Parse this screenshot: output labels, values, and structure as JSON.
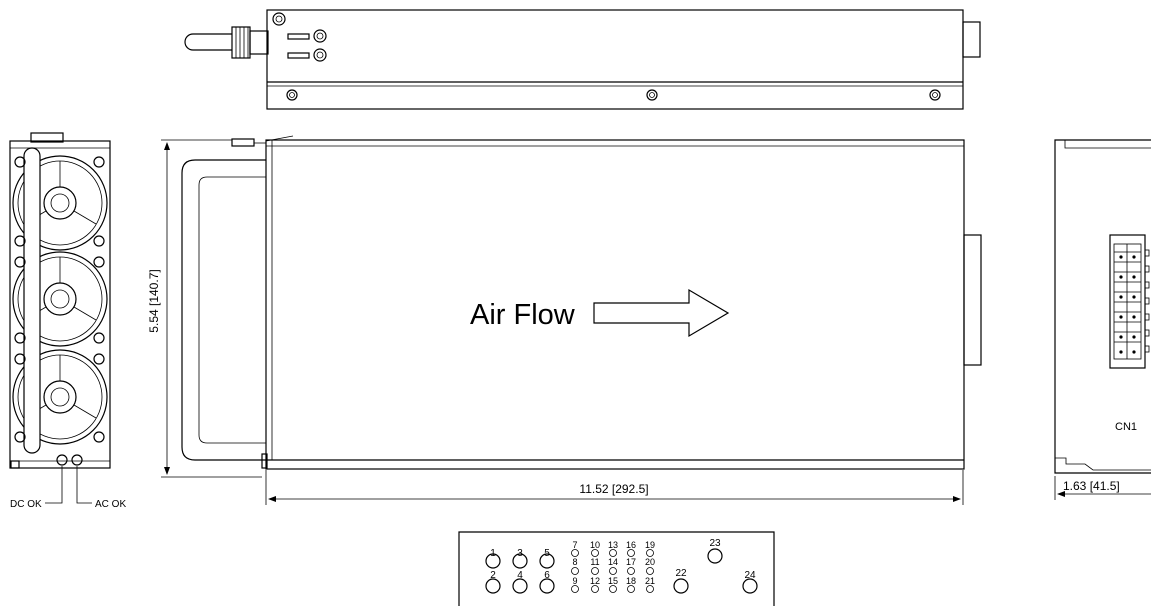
{
  "labels": {
    "air_flow": "Air Flow",
    "length_dim": "11.52 [292.5]",
    "height_dim": "5.54 [140.7]",
    "width_dim": "1.63 [41.5]",
    "dc_ok": "DC OK",
    "ac_ok": "AC OK",
    "connector": "CN1"
  },
  "pins": {
    "p1": "1",
    "p2": "2",
    "p3": "3",
    "p4": "4",
    "p5": "5",
    "p6": "6",
    "p7": "7",
    "p8": "8",
    "p9": "9",
    "p10": "10",
    "p11": "11",
    "p12": "12",
    "p13": "13",
    "p14": "14",
    "p15": "15",
    "p16": "16",
    "p17": "17",
    "p18": "18",
    "p19": "19",
    "p20": "20",
    "p21": "21",
    "p22": "22",
    "p23": "23",
    "p24": "24"
  }
}
